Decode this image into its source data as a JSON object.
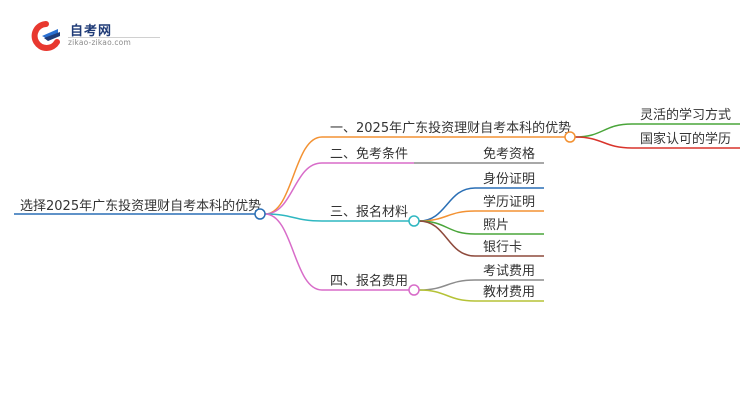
{
  "logo": {
    "title": "自考网",
    "subtitle": "zikao-zikao.com",
    "colors": {
      "red": "#e8382f",
      "blue": "#2a6fd0",
      "navy": "#1f3b77"
    }
  },
  "mindmap": {
    "root": {
      "label": "选择2025年广东投资理财自考本科的优势",
      "color": "#2a6fb5"
    },
    "branches": [
      {
        "label": "一、2025年广东投资理财自考本科的优势",
        "color": "#f39233",
        "children": [
          {
            "label": "灵活的学习方式",
            "color": "#4aa53a"
          },
          {
            "label": "国家认可的学历",
            "color": "#d9342b"
          }
        ]
      },
      {
        "label": "二、免考条件",
        "color": "#d86cc9",
        "children": [
          {
            "label": "免考资格",
            "color": "#8c8c8c"
          }
        ]
      },
      {
        "label": "三、报名材料",
        "color": "#2fb7c1",
        "children": [
          {
            "label": "身份证明",
            "color": "#2a6fb5"
          },
          {
            "label": "学历证明",
            "color": "#f39233"
          },
          {
            "label": "照片",
            "color": "#4aa53a"
          },
          {
            "label": "银行卡",
            "color": "#8e4a3c"
          }
        ]
      },
      {
        "label": "四、报名费用",
        "color": "#d86cc9",
        "children": [
          {
            "label": "考试费用",
            "color": "#8c8c8c"
          },
          {
            "label": "教材费用",
            "color": "#b5c236"
          }
        ]
      }
    ]
  }
}
